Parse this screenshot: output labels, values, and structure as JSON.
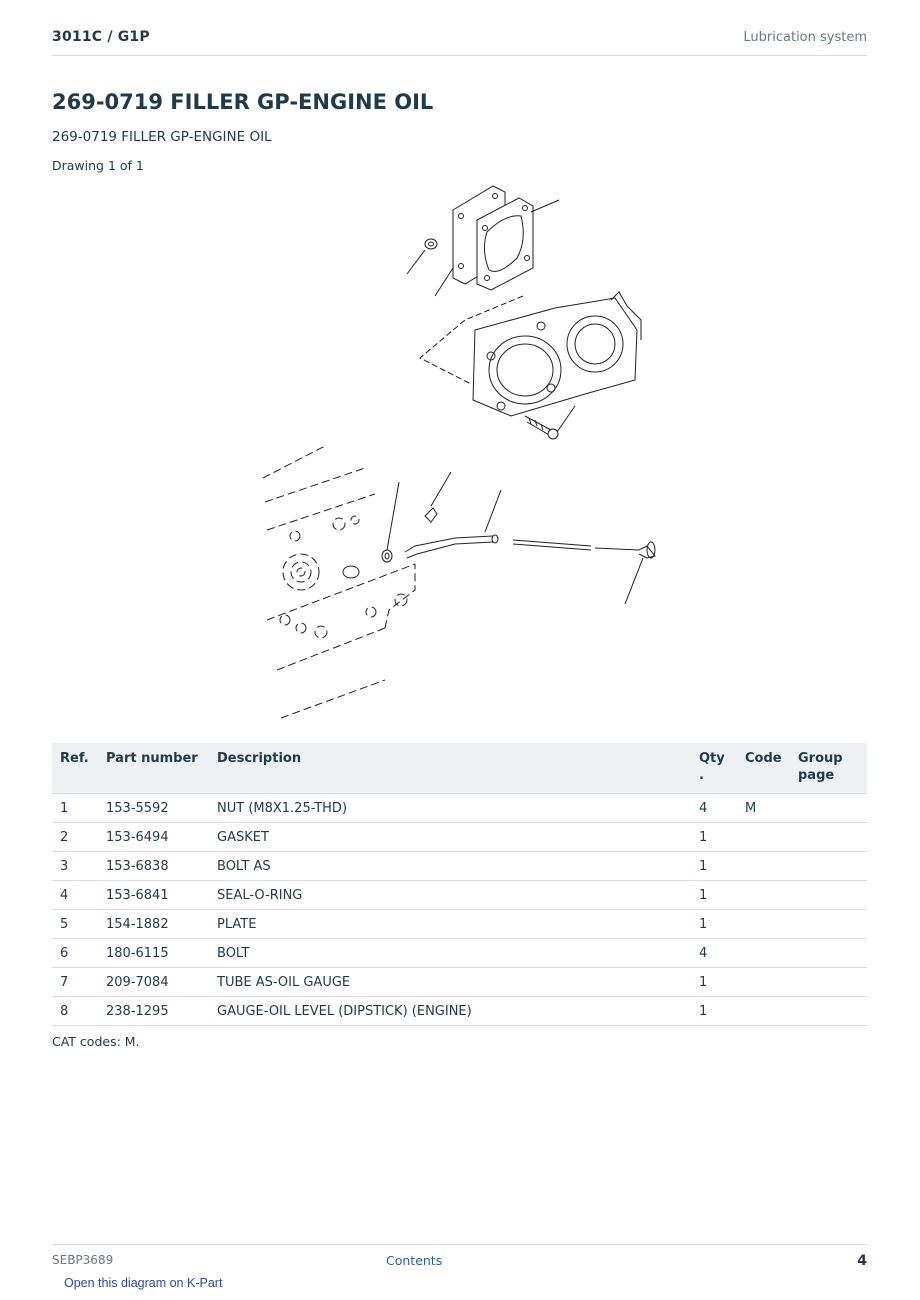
{
  "header": {
    "model": "3011C  /  G1P",
    "section": "Lubrication system"
  },
  "page_title": "269-0719 FILLER GP-ENGINE OIL",
  "subtitle": "269-0719 FILLER GP-ENGINE OIL",
  "drawing_label": "Drawing 1 of 1",
  "table": {
    "headers": {
      "ref": "Ref.",
      "part_number": "Part number",
      "description": "Description",
      "qty": "Qty\n.",
      "code": "Code",
      "group_page": "Group\npage"
    },
    "rows": [
      {
        "ref": "1",
        "part_number": "153-5592",
        "description": "NUT (M8X1.25-THD)",
        "qty": "4",
        "code": "M",
        "group_page": ""
      },
      {
        "ref": "2",
        "part_number": "153-6494",
        "description": "GASKET",
        "qty": "1",
        "code": "",
        "group_page": ""
      },
      {
        "ref": "3",
        "part_number": "153-6838",
        "description": "BOLT AS",
        "qty": "1",
        "code": "",
        "group_page": ""
      },
      {
        "ref": "4",
        "part_number": "153-6841",
        "description": "SEAL-O-RING",
        "qty": "1",
        "code": "",
        "group_page": ""
      },
      {
        "ref": "5",
        "part_number": "154-1882",
        "description": "PLATE",
        "qty": "1",
        "code": "",
        "group_page": ""
      },
      {
        "ref": "6",
        "part_number": "180-6115",
        "description": "BOLT",
        "qty": "4",
        "code": "",
        "group_page": ""
      },
      {
        "ref": "7",
        "part_number": "209-7084",
        "description": "TUBE AS-OIL GAUGE",
        "qty": "1",
        "code": "",
        "group_page": ""
      },
      {
        "ref": "8",
        "part_number": "238-1295",
        "description": "GAUGE-OIL LEVEL (DIPSTICK) (ENGINE)",
        "qty": "1",
        "code": "",
        "group_page": ""
      }
    ]
  },
  "codes_note": "CAT codes: M.",
  "footer": {
    "doc_id": "SEBP3689",
    "contents_link": "Contents",
    "page_number": "4",
    "kpart_link": "Open this diagram on K-Part"
  }
}
